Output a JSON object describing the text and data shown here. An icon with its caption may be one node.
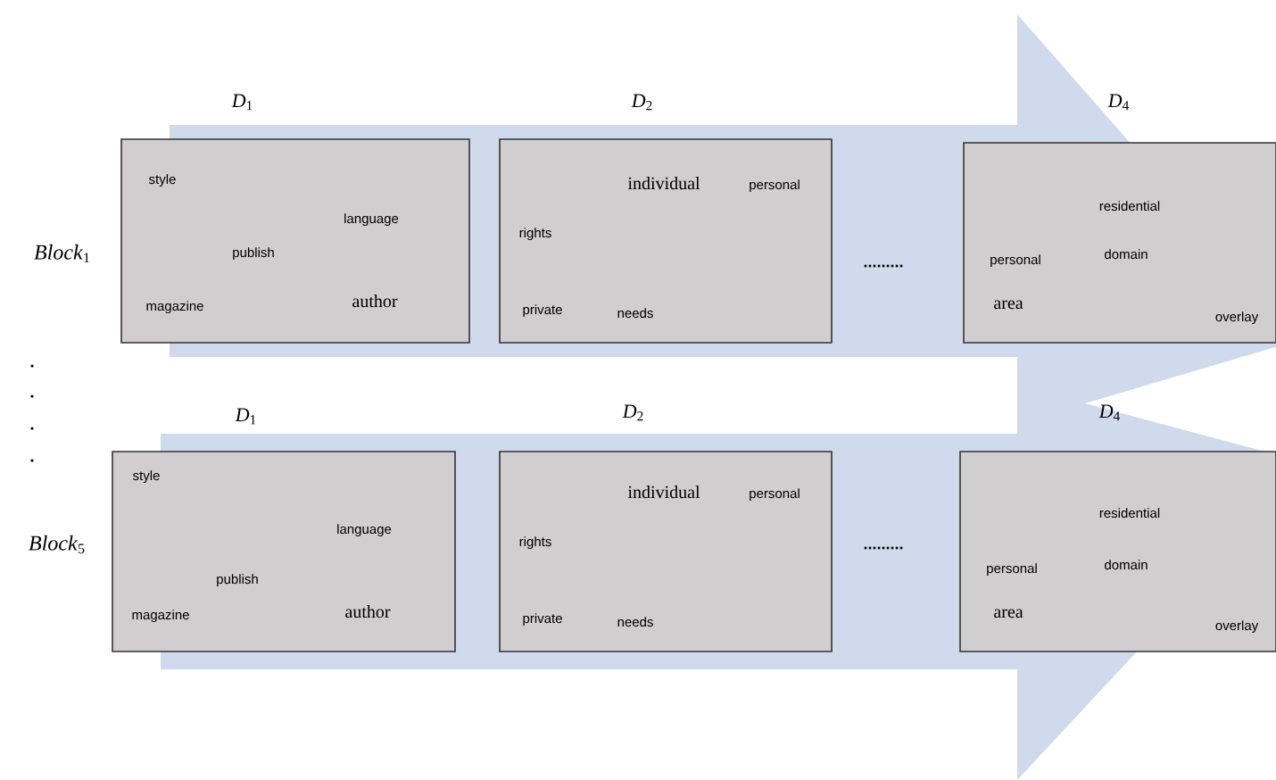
{
  "diagram": {
    "nodes": [
      {
        "text": [
          "*D*$_{1}$",
          "style",
          "language",
          "publish",
          "magazine",
          "author"
        ]
      },
      {
        "text": [
          "*D*$_{2}$",
          "individual",
          "personal",
          "rights",
          "private",
          "needs"
        ]
      },
      {
        "text": [
          "*D*$_{4}$",
          "residential",
          "personal",
          "domain",
          "area",
          "overlay"
        ]
      },
      {
        "text": [
          "*D*$_{1}$",
          "style",
          "language",
          "publish",
          "magazine",
          "author"
        ]
      },
      {
        "text": [
          "*D*$_{2}$",
          "individual",
          "personal",
          "rights",
          "private",
          "needs"
        ]
      },
      {
        "text": [
          "*D*$_{4}$",
          "residential",
          "personal",
          "domain",
          "area",
          "overlay"
        ]
      }
    ],
    "edges": [],
    "labels": [
      "*Block*$_{1}$",
      ".........",
      "*Block*$_{5}$",
      "........."
    ]
  }
}
